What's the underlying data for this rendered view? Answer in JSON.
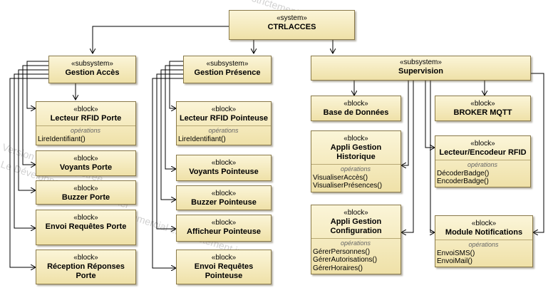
{
  "watermark": [
    "est strictement",
    "Version non enregistrée",
    "Le Développeur Professionnel",
    "commercial est strictement interdit"
  ],
  "root": {
    "stereotype": "«system»",
    "name": "CTRLACCES"
  },
  "acces": {
    "group": {
      "stereotype": "«subsystem»",
      "name": "Gestion Accès"
    },
    "blocks": [
      {
        "stereotype": "«block»",
        "name": "Lecteur RFID Porte",
        "ops_label": "opérations",
        "ops": [
          "LireIdentifiant()"
        ]
      },
      {
        "stereotype": "«block»",
        "name": "Voyants Porte"
      },
      {
        "stereotype": "«block»",
        "name": "Buzzer Porte"
      },
      {
        "stereotype": "«block»",
        "name": "Envoi Requêtes Porte"
      },
      {
        "stereotype": "«block»",
        "name": "Réception Réponses Porte"
      }
    ]
  },
  "presence": {
    "group": {
      "stereotype": "«subsystem»",
      "name": "Gestion Présence"
    },
    "blocks": [
      {
        "stereotype": "«block»",
        "name": "Lecteur RFID Pointeuse",
        "ops_label": "opérations",
        "ops": [
          "LireIdentifiant()"
        ]
      },
      {
        "stereotype": "«block»",
        "name": "Voyants Pointeuse"
      },
      {
        "stereotype": "«block»",
        "name": "Buzzer Pointeuse"
      },
      {
        "stereotype": "«block»",
        "name": "Afficheur Pointeuse"
      },
      {
        "stereotype": "«block»",
        "name": "Envoi Requêtes Pointeuse"
      }
    ]
  },
  "supervision": {
    "group": {
      "stereotype": "«subsystem»",
      "name": "Supervision"
    },
    "bdd": {
      "stereotype": "«block»",
      "name": "Base de Données"
    },
    "mqtt": {
      "stereotype": "«block»",
      "name": "BROKER MQTT"
    },
    "historique": {
      "stereotype": "«block»",
      "name": "Appli Gestion Historique",
      "ops_label": "opérations",
      "ops": [
        "VisualiserAccès()",
        "VisualiserPrésences()"
      ]
    },
    "lecteur": {
      "stereotype": "«block»",
      "name": "Lecteur/Encodeur RFID",
      "ops_label": "opérations",
      "ops": [
        "DécoderBadge()",
        "EncoderBadge()"
      ]
    },
    "config": {
      "stereotype": "«block»",
      "name": "Appli Gestion Configuration",
      "ops_label": "opérations",
      "ops": [
        "GérerPersonnes()",
        "GérerAutorisations()",
        "GérerHoraires()"
      ]
    },
    "notif": {
      "stereotype": "«block»",
      "name": "Module Notifications",
      "ops_label": "opérations",
      "ops": [
        "EnvoiSMS()",
        "EnvoiMail()"
      ]
    }
  }
}
